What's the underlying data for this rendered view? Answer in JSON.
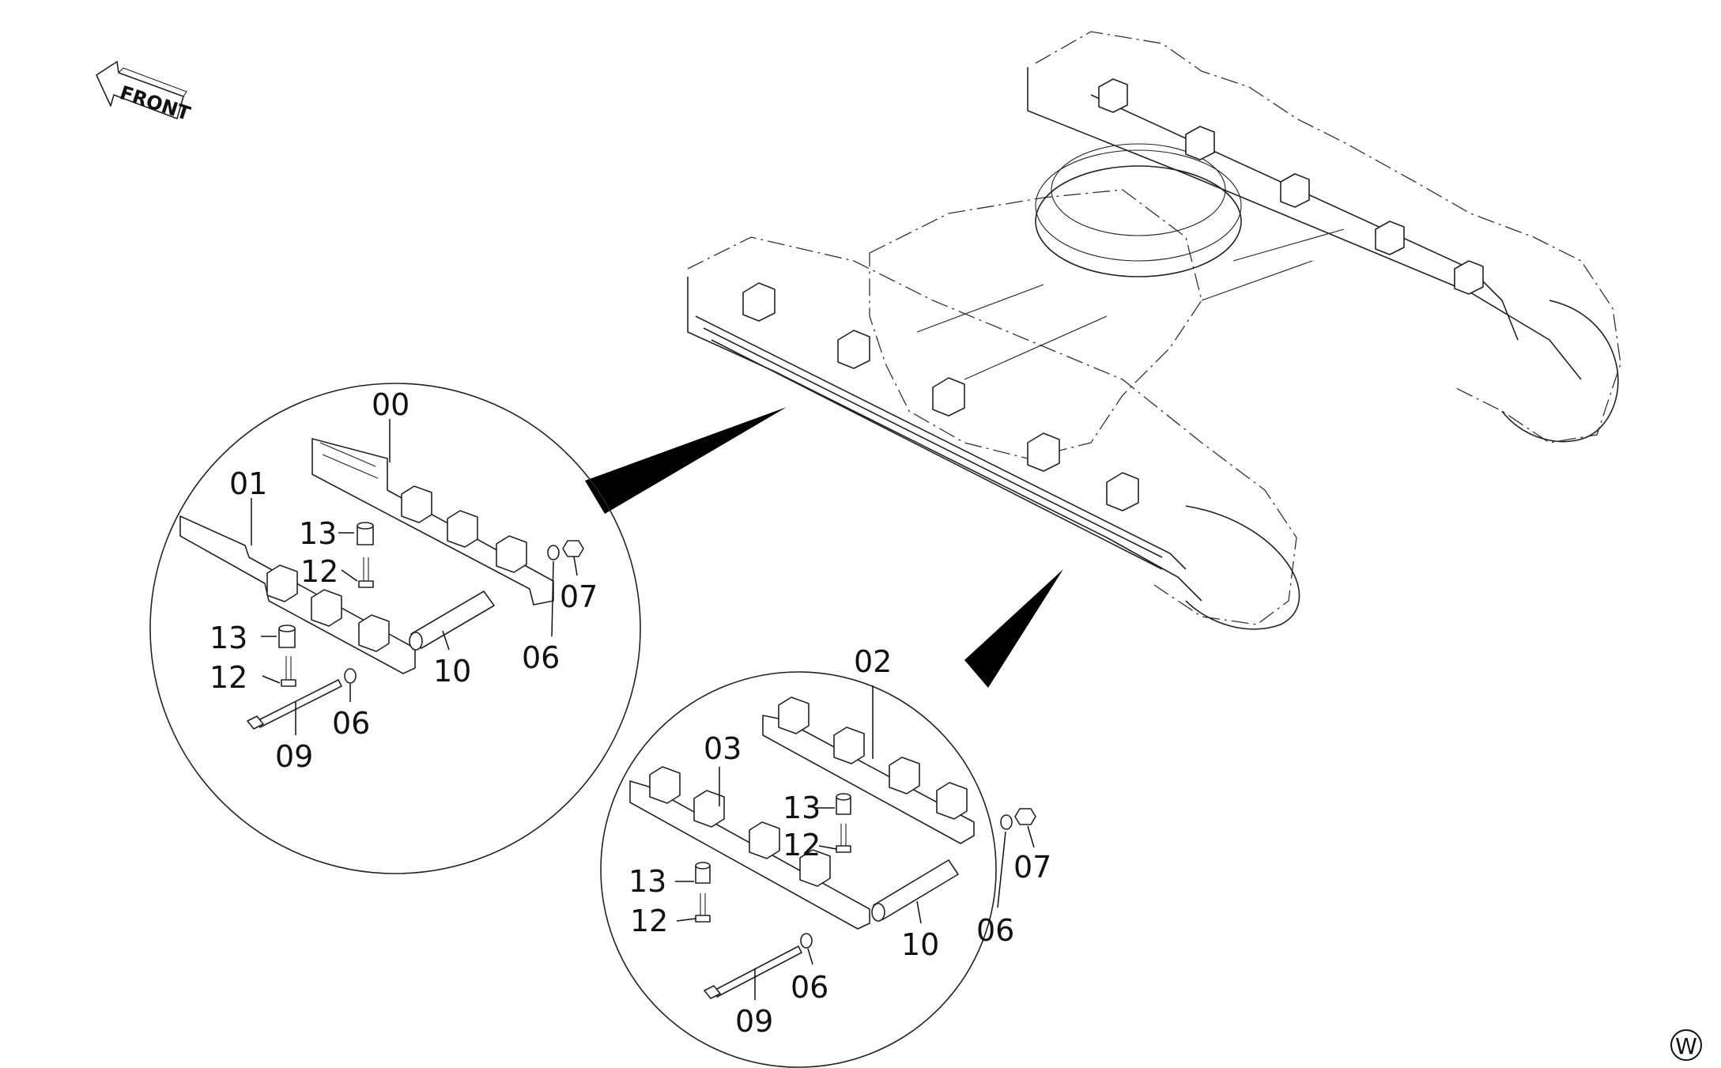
{
  "diagram": {
    "front_label": "FRONT",
    "corner_mark": "W",
    "upper_detail_labels": [
      "00",
      "01",
      "13",
      "12",
      "13",
      "12",
      "10",
      "06",
      "07",
      "06",
      "09"
    ],
    "lower_detail_labels": [
      "02",
      "03",
      "13",
      "12",
      "13",
      "12",
      "10",
      "06",
      "07",
      "06",
      "09"
    ]
  }
}
